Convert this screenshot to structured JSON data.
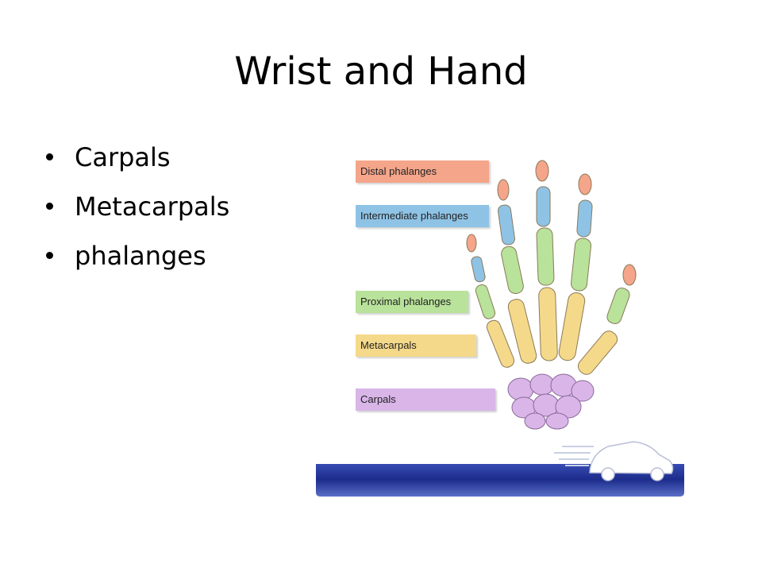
{
  "slide": {
    "title": "Wrist and Hand",
    "bullets": [
      "Carpals",
      "Metacarpals",
      "phalanges"
    ]
  },
  "figure": {
    "labels": {
      "distal": "Distal phalanges",
      "intermediate": "Intermediate phalanges",
      "proximal": "Proximal phalanges",
      "metacarpals": "Metacarpals",
      "carpals": "Carpals"
    },
    "colors": {
      "distal": "#f4a58a",
      "intermediate": "#8fc3e6",
      "proximal": "#b9e29a",
      "metacarpals": "#f5d98a",
      "carpals": "#d9b5e8",
      "footer_band": "#1c2c8c"
    }
  }
}
